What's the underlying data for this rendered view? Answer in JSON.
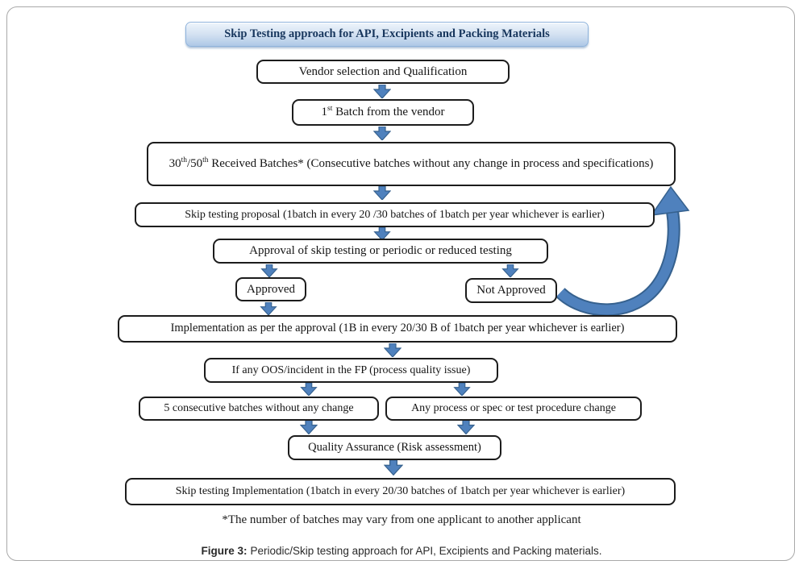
{
  "figure": {
    "title": "Skip Testing approach for API, Excipients and Packing Materials",
    "footnote": "*The number of batches may vary from one applicant to another applicant",
    "caption_label": "Figure 3:",
    "caption_text": "Periodic/Skip testing approach for API, Excipients and Packing materials."
  },
  "nodes": {
    "vendor": {
      "label": "Vendor selection and Qualification"
    },
    "first_batch": {
      "pre": "1",
      "sup": "st",
      "post": " Batch from the vendor"
    },
    "received_batches": {
      "p1": "30",
      "s1": "th",
      "p2": "/50",
      "s2": "th",
      "p3": " Received Batches* (Consecutive batches without any change in process and specifications)"
    },
    "proposal": {
      "label": "Skip testing proposal (1batch in every 20 /30 batches of 1batch per year whichever is earlier)"
    },
    "approval": {
      "label": "Approval of skip testing or periodic or reduced testing"
    },
    "approved": {
      "label": "Approved"
    },
    "not_approved": {
      "label": "Not Approved"
    },
    "implementation": {
      "label": "Implementation as per the approval (1B in every 20/30 B of 1batch per year whichever is earlier)"
    },
    "oos": {
      "label": "If any OOS/incident in the FP (process quality issue)"
    },
    "five_consecutive": {
      "label": "5 consecutive batches without any change"
    },
    "process_change": {
      "label": "Any process or spec or test procedure change"
    },
    "qa": {
      "label": "Quality Assurance (Risk assessment)"
    },
    "skip_implementation": {
      "label": "Skip testing Implementation (1batch in every 20/30 batches of 1batch per year whichever is earlier)"
    }
  },
  "colors": {
    "arrow_fill": "#4f81bd",
    "arrow_stroke": "#36618e",
    "box_border": "#1c1c1c",
    "title_border": "#8fb3dc",
    "title_gradient_top": "#eef4fb",
    "title_gradient_bottom": "#aec8e6",
    "title_text": "#17365d",
    "frame_border": "#a9a9a9"
  }
}
